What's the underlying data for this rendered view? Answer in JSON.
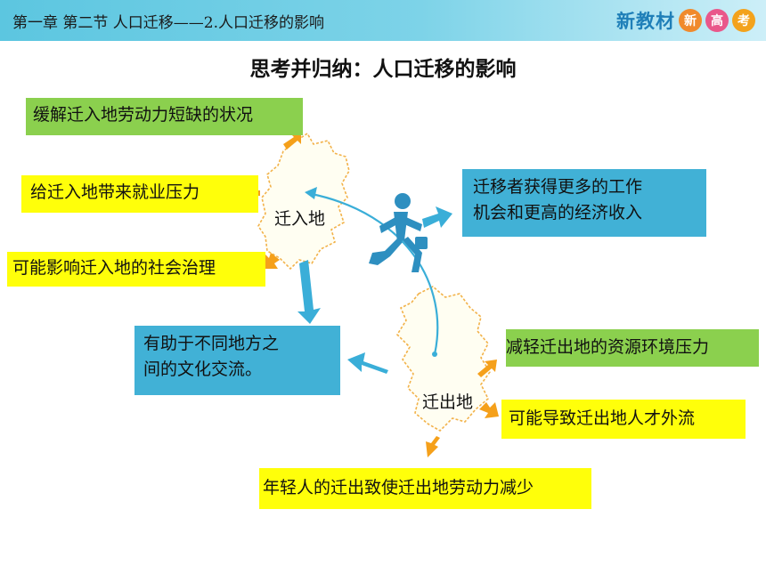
{
  "header": {
    "title": "第一章  第二节  人口迁移——2.人口迁移的影响",
    "brand": "新教材",
    "brand_circles": [
      "新",
      "高",
      "考"
    ]
  },
  "main_title": "思考并归纳：人口迁移的影响",
  "places": {
    "destination": "迁入地",
    "origin": "迁出地"
  },
  "boxes": {
    "relieve_shortage": "缓解迁入地劳动力短缺的状况",
    "employment_pressure": "给迁入地带来就业压力",
    "social_governance": "可能影响迁入地的社会治理",
    "migrant_benefit": [
      "迁移者获得更多的工作",
      "机会和更高的经济收入"
    ],
    "cultural_exchange": [
      "有助于不同地方之",
      "间的文化交流。"
    ],
    "reduce_pressure": "减轻迁出地的资源环境压力",
    "talent_outflow": "可能导致迁出地人才外流",
    "labor_reduction": "年轻人的迁出致使迁出地劳动力减少"
  },
  "colors": {
    "green_box": "#8bd04e",
    "yellow_box": "#ffff0a",
    "blue_box": "#41b1d6",
    "orange_arrow": "#f5a01a",
    "blue_arrow": "#3aaed8"
  }
}
